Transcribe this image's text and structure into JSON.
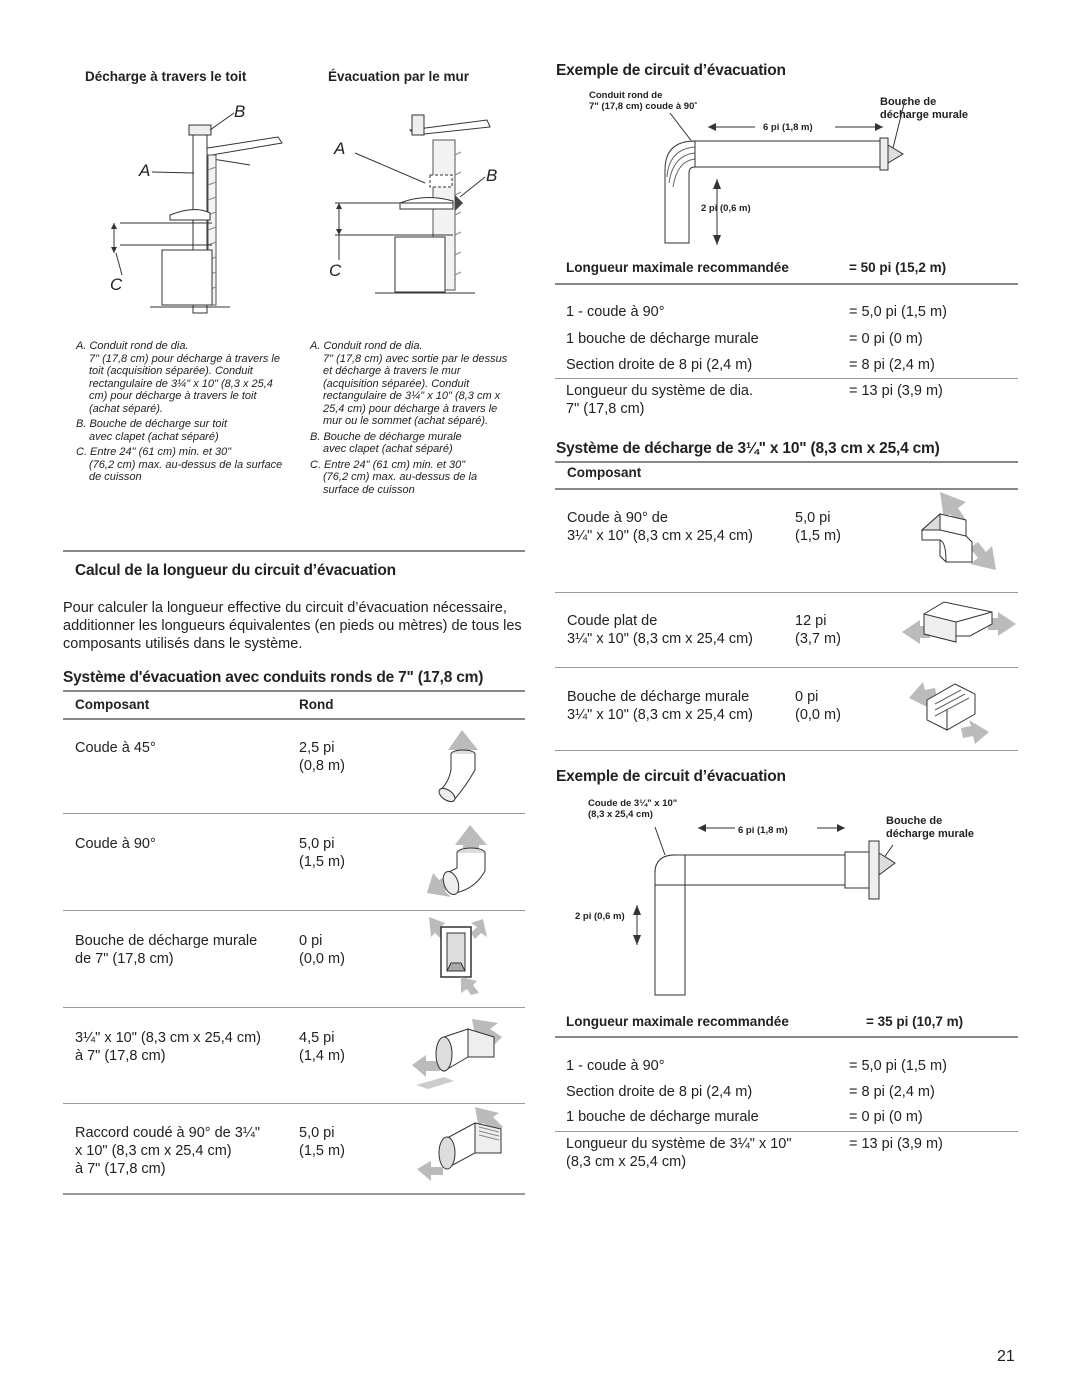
{
  "left_top": {
    "roof_heading": "Décharge à travers le toit",
    "wall_heading": "Évacuation par le mur",
    "roof_letters": {
      "b": "B",
      "a": "A",
      "c": "C"
    },
    "wall_letters": {
      "a": "A",
      "b": "B",
      "c": "C"
    },
    "roof_caption": {
      "a1": "A. Conduit rond de dia.",
      "a2": "7\" (17,8 cm) pour décharge à travers le toit (acquisition séparée). Conduit rectangulaire de 3¼\" x 10\" (8,3 x 25,4 cm) pour décharge à travers le toit (achat séparé).",
      "b1": "B. Bouche de décharge sur toit",
      "b2": "avec clapet (achat séparé)",
      "c1": "C. Entre 24\" (61 cm) min. et 30\"",
      "c2": "(76,2 cm) max. au-dessus de la surface de cuisson"
    },
    "wall_caption": {
      "a1": "A. Conduit rond de dia.",
      "a2": "7\" (17,8 cm) avec sortie par le dessus et décharge à travers le mur (acquisition séparée). Conduit rectangulaire de 3¼\" x 10\" (8,3 cm x 25,4 cm) pour décharge à travers le mur ou le sommet (achat séparé).",
      "b1": "B. Bouche de décharge murale",
      "b2": "avec clapet (achat séparé)",
      "c1": "C. Entre 24\" (61 cm) min. et 30\"",
      "c2": "(76,2 cm) max. au-dessus de la surface de cuisson"
    }
  },
  "calc": {
    "heading": "Calcul de la longueur du circuit d’évacuation",
    "text": "Pour calculer la longueur effective du circuit d’évacuation nécessaire, additionner les longueurs équivalentes (en pieds ou mètres) de tous les composants utilisés dans le système."
  },
  "round_system": {
    "heading": "Système d'évacuation avec conduits ronds de 7\" (17,8 cm)",
    "col1": "Composant",
    "col2": "Rond",
    "rows": [
      {
        "name": "Coude à 45°",
        "val": "2,5 pi\n(0,8 m)",
        "icon": "elbow-45-icon"
      },
      {
        "name": "Coude à 90°",
        "val": "5,0 pi\n(1,5 m)",
        "icon": "elbow-90-icon"
      },
      {
        "name": "Bouche de décharge murale\nde 7\" (17,8 cm)",
        "val": "0 pi\n(0,0 m)",
        "icon": "wall-cap-icon"
      },
      {
        "name": "3¼\" x 10\" (8,3 cm x 25,4 cm)\nà 7\" (17,8 cm)",
        "val": "4,5 pi\n(1,4 m)",
        "icon": "transition-icon"
      },
      {
        "name": "Raccord coudé à 90° de 3¼\"\nx 10\" (8,3 cm x 25,4 cm)\nà 7\" (17,8 cm)",
        "val": "5,0 pi\n(1,5 m)",
        "icon": "elbow-transition-icon"
      }
    ]
  },
  "example1": {
    "heading": "Exemple de circuit d’évacuation",
    "label_duct": "Conduit rond de\n7\" (17,8 cm) coude à 90˚",
    "label_cap": "Bouche de\ndécharge murale",
    "label_h": "6 pi (1,8 m)",
    "label_v": "2 pi (0,6 m)",
    "max_label": "Longueur maximale recommandée",
    "max_value": "= 50 pi (15,2 m)",
    "rows": [
      {
        "name": "1 - coude à 90°",
        "val": "= 5,0 pi (1,5 m)"
      },
      {
        "name": "1 bouche de décharge murale",
        "val": "= 0 pi (0 m)"
      },
      {
        "name": "Section droite de 8 pi (2,4 m)",
        "val": "= 8 pi (2,4 m)"
      }
    ],
    "total_name": "Longueur du système de dia.\n7\" (17,8 cm)",
    "total_val": "= 13 pi (3,9 m)"
  },
  "rect_system": {
    "heading": "Système de décharge de 3¼\" x 10\" (8,3 cm x 25,4 cm)",
    "col1": "Composant",
    "rows": [
      {
        "name": "Coude à 90° de\n3¼\" x 10\" (8,3 cm x 25,4 cm)",
        "val": "5,0 pi\n(1,5 m)",
        "icon": "rect-elbow-90-icon"
      },
      {
        "name": "Coude plat de\n3¼\" x 10\" (8,3 cm x 25,4 cm)",
        "val": "12 pi\n(3,7 m)",
        "icon": "flat-elbow-icon"
      },
      {
        "name": "Bouche de décharge murale\n3¼\" x 10\" (8,3 cm x 25,4 cm)",
        "val": "0 pi\n(0,0 m)",
        "icon": "rect-wall-cap-icon"
      }
    ]
  },
  "example2": {
    "heading": "Exemple de circuit d’évacuation",
    "label_duct": "Coude de 3¼\" x 10\"\n(8,3  x  25,4  cm)",
    "label_cap": "Bouche de\ndécharge murale",
    "label_h": "6 pi (1,8 m)",
    "label_v": "2 pi (0,6 m)",
    "max_label": "Longueur maximale recommandée",
    "max_value": "= 35 pi (10,7 m)",
    "rows": [
      {
        "name": "1 - coude à 90°",
        "val": "= 5,0 pi (1,5 m)"
      },
      {
        "name": "Section droite de 8 pi (2,4 m)",
        "val": "= 8 pi (2,4 m)"
      },
      {
        "name": "1 bouche de décharge murale",
        "val": "= 0 pi (0 m)"
      }
    ],
    "total_name": "Longueur du système de 3¼\" x 10\"\n(8,3 cm x 25,4 cm)",
    "total_val": "= 13 pi (3,9 m)"
  },
  "page_number": "21"
}
